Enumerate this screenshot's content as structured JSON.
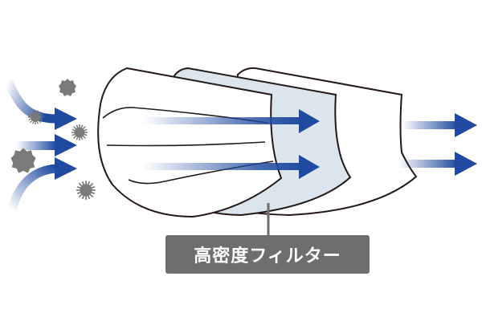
{
  "diagram": {
    "title": "Mask filter layers airflow",
    "label": "高密度フィルター",
    "colors": {
      "arrow": "#1f4aa0",
      "filter_fill": "#dae5ee",
      "outline": "#231815",
      "particle": "#7a7a7a",
      "label_bg": "#6e6e6e",
      "label_text": "#ffffff"
    },
    "layers": [
      {
        "name": "outer-layer",
        "fill": "white"
      },
      {
        "name": "high-density-filter",
        "fill": "light-blue"
      },
      {
        "name": "inner-layer",
        "fill": "white"
      }
    ],
    "particles": [
      "virus-particle",
      "pollen-particle",
      "dust-particle"
    ]
  }
}
